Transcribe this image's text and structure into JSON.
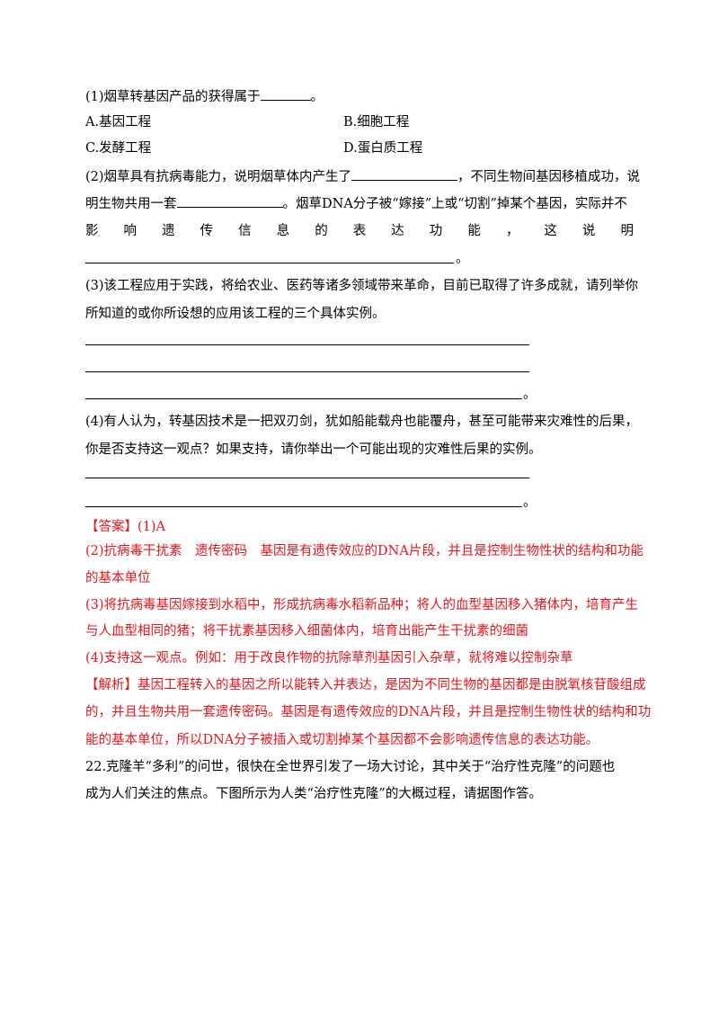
{
  "q1": {
    "stem": "(1)烟草转基因产品的获得属于",
    "end": "。",
    "options": {
      "a": "A.基因工程",
      "b": "B.细胞工程",
      "c": "C.发酵工程",
      "d": "D.蛋白质工程"
    }
  },
  "q2": {
    "line1_a": "(2)烟草具有抗病毒能力，说明烟草体内产生了",
    "line1_b": "，不同生物间基因移植成功，说",
    "line2_a": "明生物共用一套",
    "line2_b": "。烟草DNA分子被“嫁接”上或“切割”掉某个基因，实际并不",
    "line3_chars": [
      "影",
      "响",
      "遗",
      "传",
      "信",
      "息",
      "的",
      "表",
      "达",
      "功",
      "能",
      "，",
      "这",
      "说",
      "明"
    ],
    "end": "。"
  },
  "q3": {
    "line1": "(3)该工程应用于实践，将给农业、医药等诸多领域带来革命，目前已取得了许多成就，请列举你",
    "line2": "所知道的或你所设想的应用该工程的三个具体实例。",
    "end": "。"
  },
  "q4": {
    "line1": "(4)有人认为，转基因技术是一把双刃剑，犹如船能载舟也能覆舟，甚至可能带来灾难性的后果，",
    "line2": "你是否支持这一观点？如果支持，请你举出一个可能出现的灾难性后果的实例。",
    "end": "。"
  },
  "answer": {
    "tag": "【答案】",
    "a1": "(1)A",
    "a2_line1": "(2)抗病毒干扰素　遗传密码　基因是有遗传效应的DNA片段，并且是控制生物性状的结构和功能",
    "a2_line2": "的基本单位",
    "a3_line1": "(3)将抗病毒基因嫁接到水稻中，形成抗病毒水稻新品种；将人的血型基因移入猪体内，培育产生",
    "a3_line2": "与人血型相同的猪；将干扰素基因移入细菌体内，培育出能产生干扰素的细菌",
    "a4": "(4)支持这一观点。例如：用于改良作物的抗除草剂基因引入杂草，就将难以控制杂草"
  },
  "analysis": {
    "tag": "【解析】",
    "line1": "基因工程转入的基因之所以能转入并表达，是因为不同生物的基因都是由脱氧核苷酸组成",
    "line2": "的，并且生物共用一套遗传密码。基因是有遗传效应的DNA片段，并且是控制生物性状的结构和功",
    "line3": "能的基本单位，所以DNA分子被插入或切割掉某个基因都不会影响遗传信息的表达功能。"
  },
  "q22": {
    "line1": "22.克隆羊“多利”的问世，很快在全世界引发了一场大讨论，其中关于“治疗性克隆”的问题也",
    "line2": "成为人们关注的焦点。下图所示为人类“治疗性克隆”的大概过程，请据图作答。"
  }
}
